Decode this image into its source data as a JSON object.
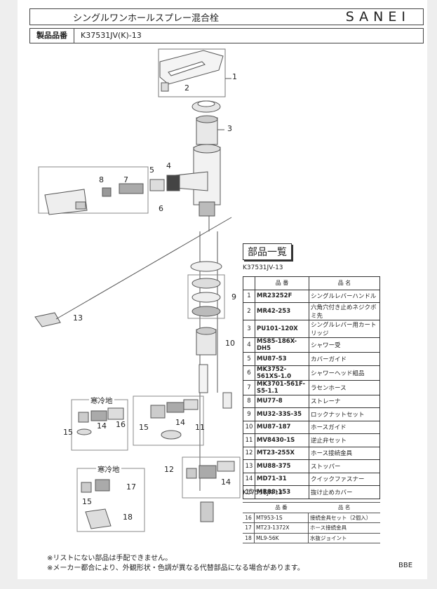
{
  "header": {
    "title": "シングルワンホールスプレー混合栓",
    "brand": "SANEI"
  },
  "product": {
    "label": "製品品番",
    "value": "K37531JV(K)-13"
  },
  "callouts": [
    "1",
    "2",
    "3",
    "4",
    "5",
    "6",
    "7",
    "8",
    "9",
    "10",
    "11",
    "12",
    "13",
    "14",
    "14",
    "14",
    "15",
    "15",
    "15",
    "16",
    "17",
    "18"
  ],
  "cold_region_label": "寒冷地",
  "parts_list": {
    "title": "部品一覧",
    "model": "K37531JV-13",
    "headers": [
      "品 番",
      "品 名"
    ],
    "rows": [
      [
        "1",
        "MR23252F",
        "シングルレバーハンドル"
      ],
      [
        "2",
        "MR42-253",
        "六角穴付き止めネジクボミ先"
      ],
      [
        "3",
        "PU101-120X",
        "シングルレバー用カートリッジ"
      ],
      [
        "4",
        "MS85-186X-DH5",
        "シャワー受"
      ],
      [
        "5",
        "MU87-53",
        "カバーガイド"
      ],
      [
        "6",
        "MK3752-561XS-1.0",
        "シャワーヘッド組品"
      ],
      [
        "7",
        "MK3701-561F-S5-1.1",
        "ラセンホース"
      ],
      [
        "8",
        "MU77-8",
        "ストレーナ"
      ],
      [
        "9",
        "MU32-33S-35",
        "ロックナットセット"
      ],
      [
        "10",
        "MU87-187",
        "ホースガイド"
      ],
      [
        "11",
        "MV8430-1S",
        "逆止弁セット"
      ],
      [
        "12",
        "MT23-255X",
        "ホース接続金具"
      ],
      [
        "13",
        "MU88-375",
        "ストッパー"
      ],
      [
        "14",
        "MD71-31",
        "クイックファスナー"
      ],
      [
        "15",
        "MR88-153",
        "抜け止めカバー"
      ]
    ]
  },
  "parts_list_k": {
    "model": "K37531JK-13",
    "headers": [
      "品 番",
      "品 名"
    ],
    "rows": [
      [
        "16",
        "MT953-1S",
        "接続金具セット（2個入）"
      ],
      [
        "17",
        "MT23-1372X",
        "ホース接続金具"
      ],
      [
        "18",
        "ML9-56K",
        "水抜ジョイント"
      ]
    ]
  },
  "notes": [
    "※リストにない部品は手配できません。",
    "※メーカー都合により、外観形状・色調が異なる代替部品になる場合があります。"
  ],
  "footer_code": "BBE"
}
